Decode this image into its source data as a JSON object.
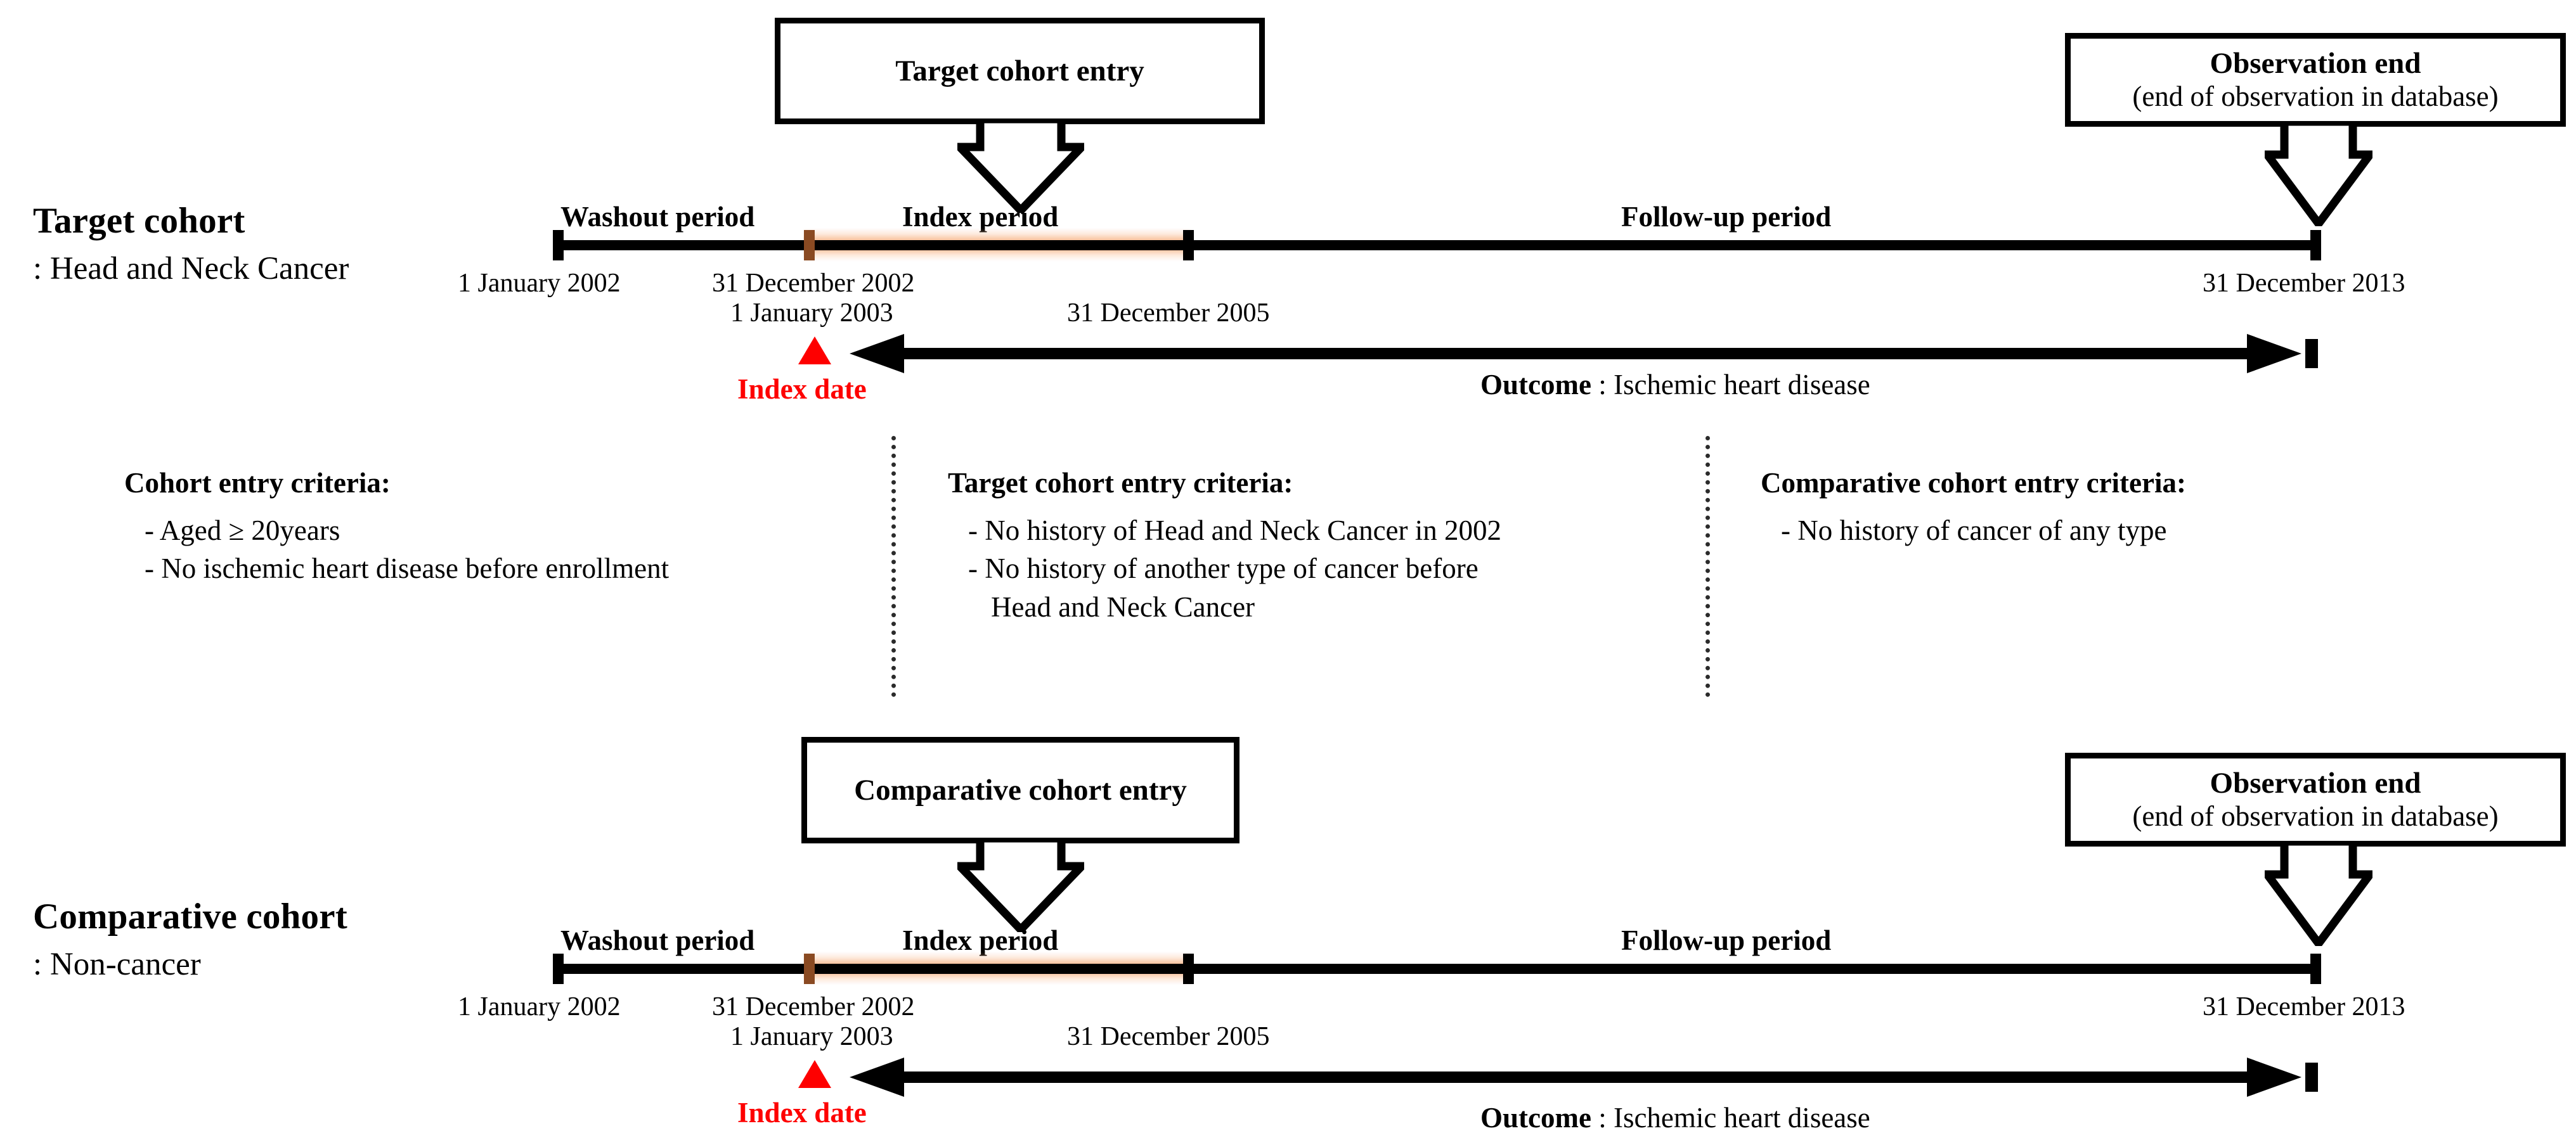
{
  "figure": {
    "type": "study-design-timeline",
    "accent_color": "#f6a670",
    "index_marker_color": "#fe0000",
    "line_color": "#000000"
  },
  "target_cohort": {
    "name": "Target cohort",
    "subtitle": ": Head and Neck Cancer",
    "entry_box": {
      "title": "Target cohort  entry"
    },
    "observation_box": {
      "title": "Observation end",
      "subtitle": "(end of observation in database)"
    },
    "periods": {
      "washout": "Washout period",
      "index": "Index period",
      "followup": "Follow-up period"
    },
    "dates": {
      "start": "1 January 2002",
      "washout_end": "31 December 2002",
      "index_start": "1 January 2003",
      "index_end": "31 December 2005",
      "observation_end": "31 December 2013"
    },
    "index_date_label": "Index date",
    "outcome": {
      "bold": "Outcome",
      "rest": " : Ischemic heart disease"
    }
  },
  "comparative_cohort": {
    "name": "Comparative cohort",
    "subtitle": ": Non-cancer",
    "entry_box": {
      "title": "Comparative cohort entry"
    },
    "observation_box": {
      "title": "Observation end",
      "subtitle": "(end of observation in database)"
    },
    "periods": {
      "washout": "Washout period",
      "index": "Index period",
      "followup": "Follow-up period"
    },
    "dates": {
      "start": "1 January 2002",
      "washout_end": "31 December 2002",
      "index_start": "1 January 2003",
      "index_end": "31 December 2005",
      "observation_end": "31 December 2013"
    },
    "index_date_label": "Index date",
    "outcome": {
      "bold": "Outcome",
      "rest": " : Ischemic heart disease"
    }
  },
  "criteria": {
    "cohort_entry": {
      "title": "Cohort entry criteria:",
      "items": [
        "- Aged ≥ 20years",
        "- No ischemic heart disease before enrollment"
      ]
    },
    "target_entry": {
      "title": "Target cohort entry criteria:",
      "items": [
        "- No history of Head and Neck Cancer in 2002",
        "- No history of another type of cancer before",
        "Head and Neck Cancer"
      ]
    },
    "comparative_entry": {
      "title": "Comparative cohort entry criteria:",
      "items": [
        "- No history of cancer of any type"
      ]
    }
  }
}
